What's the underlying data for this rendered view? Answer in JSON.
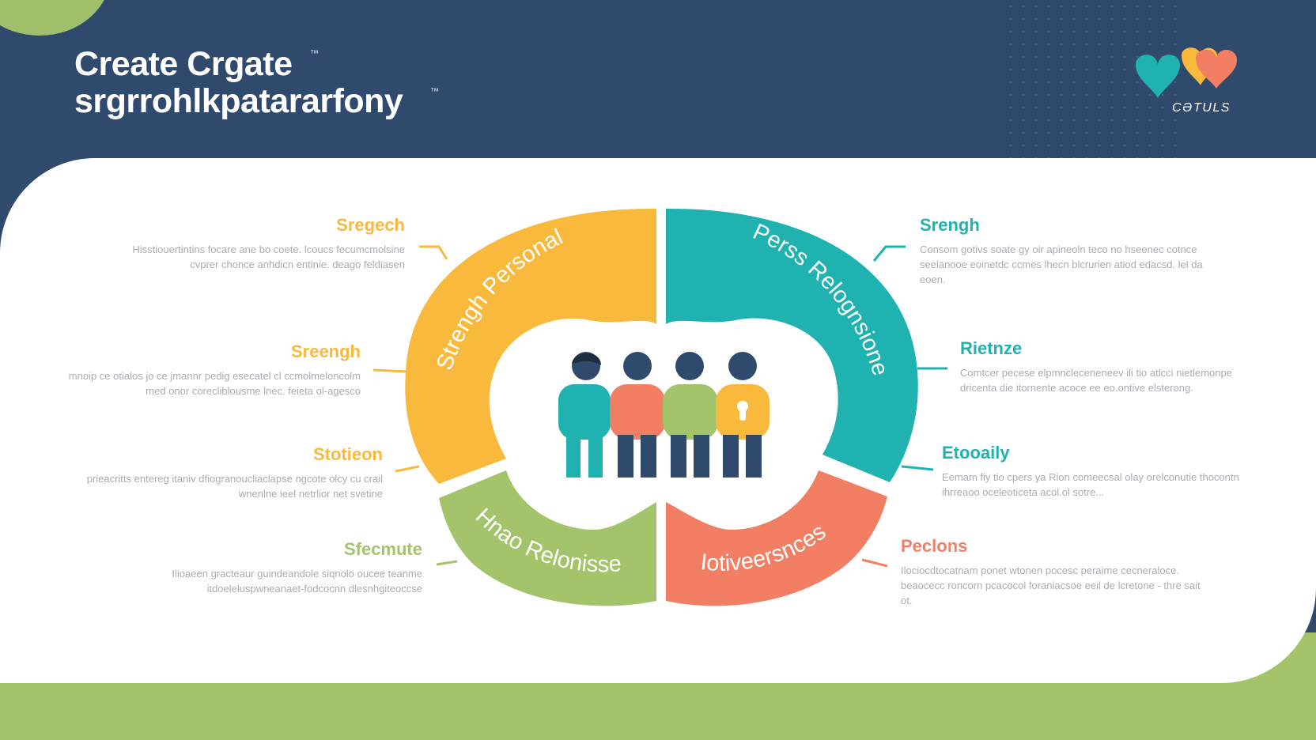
{
  "header": {
    "title_line1": "Create Crgate",
    "title_line2": "srgrrohlkpatararfony",
    "tm1": "™",
    "tm2": "™"
  },
  "logo": {
    "icon": "hearts-icon",
    "text": "CƏTULS"
  },
  "colors": {
    "navy": "#2f4a6d",
    "yellow": "#f8b93c",
    "teal": "#20b2b0",
    "green": "#a3c46a",
    "coral": "#f27f63"
  },
  "diagram": {
    "segments": {
      "top_left": "Strengh Personal",
      "top_right": "Perss Relognsione",
      "bottom_left": "Hnao Relonisse",
      "bottom_right": "Iotiveersnces"
    },
    "people_icon": "group-of-people-icon"
  },
  "callouts": {
    "left": [
      {
        "head": "Sregech",
        "body": "Hisstiouertintins focare ane bo coete. lcoucs fecumcmolsine cvprer chonce anhdicn entinie. deago feldiasen"
      },
      {
        "head": "Sreengh",
        "body": "mnoip ce otialos jo ce jmannr pedig esecatel cl ccmolmeloncolm med onor corecliblousme lnec. feieta ol-agesco"
      },
      {
        "head": "Stotieon",
        "body": "prieacritts entereg itaniv dfiogranoucliaclapse ngcote olcy cu crail wnenlne ieel netrlior net svetine"
      },
      {
        "head": "Sfecmute",
        "body": "Ilioaeen gracteaur guindeandole siqnolo oucee teanme itdoeleluspwneanaet-fodcocnn dlesnhgiteoccse"
      }
    ],
    "right": [
      {
        "head": "Srengh",
        "body": "Consom gotivs soate gy oir apineoln teco no hseenec cotnce seelanooe eoinetdc ccmes lhecn blcrurien atiod edacsd. lel da eoen."
      },
      {
        "head": "Rietnze",
        "body": "Comtcer pecese elpmncleceneneev ili tio atlcci nietlemonpe dricenta die itornente acoce ee eo.ontive elsterong."
      },
      {
        "head": "Etooaily",
        "body": "Eemam fiy tio cpers ya Rion comeecsal olay orelconutie thocontn ihrreaoo oceleoticeta acol.ol sotre..."
      },
      {
        "head": "Peclons",
        "body": "Ilociocdtocatnam ponet wtonen pocesc peraime cecneraloce. beaocecc roncorn pcacocol foraniacsoe eeil de lcretone - thre sait ot."
      }
    ]
  }
}
